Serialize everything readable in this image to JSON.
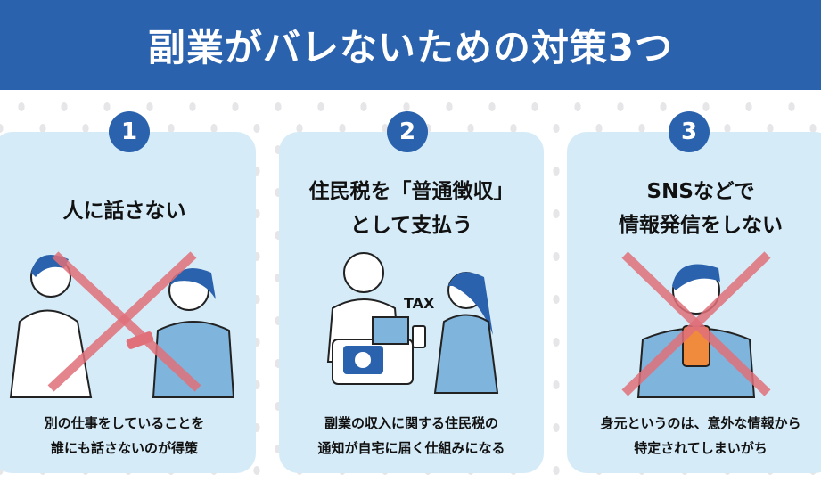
{
  "header": {
    "title": "副業がバレないための対策3つ"
  },
  "colors": {
    "primary": "#2a62ad",
    "card": "#d5ebf8",
    "cross": "#e0707a"
  },
  "cards": [
    {
      "number": "1",
      "title_lines": [
        "人に話さない"
      ],
      "desc_lines": [
        "別の仕事をしていることを",
        "誰にも話さないのが得策"
      ]
    },
    {
      "number": "2",
      "title_lines": [
        "住民税を「普通徴収」",
        "として支払う"
      ],
      "desc_lines": [
        "副業の収入に関する住民税の",
        "通知が自宅に届く仕組みになる"
      ],
      "illustration_text": "TAX"
    },
    {
      "number": "3",
      "title_lines": [
        "SNSなどで",
        "情報発信をしない"
      ],
      "desc_lines": [
        "身元というのは、意外な情報から",
        "特定されてしまいがち"
      ]
    }
  ]
}
